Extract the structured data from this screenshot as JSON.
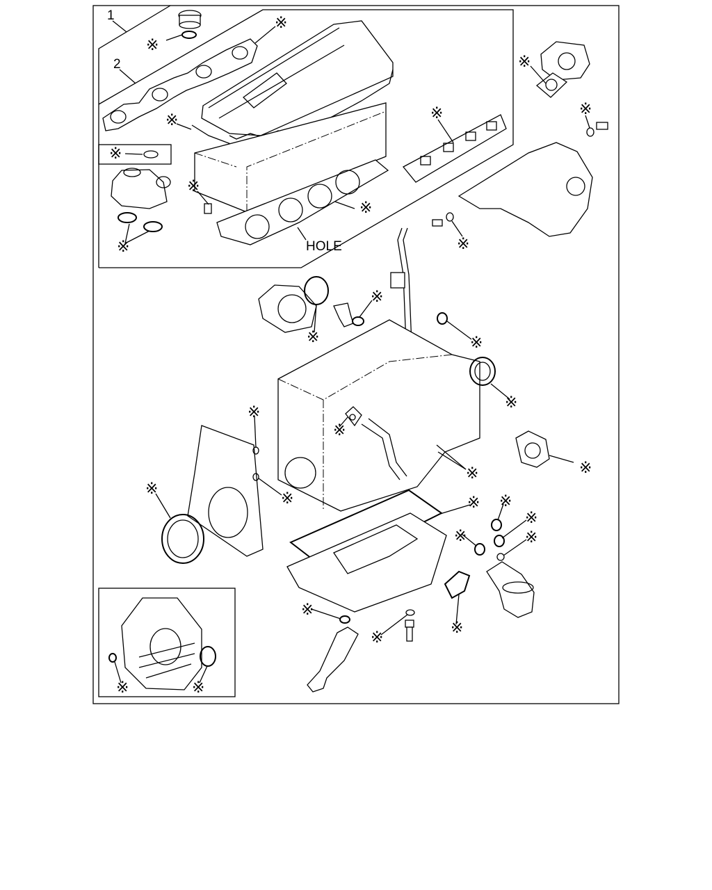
{
  "callouts": {
    "assembly_number": "1",
    "subassembly_number": "2",
    "hole_label": "HOLE"
  },
  "kit_marker": "※"
}
